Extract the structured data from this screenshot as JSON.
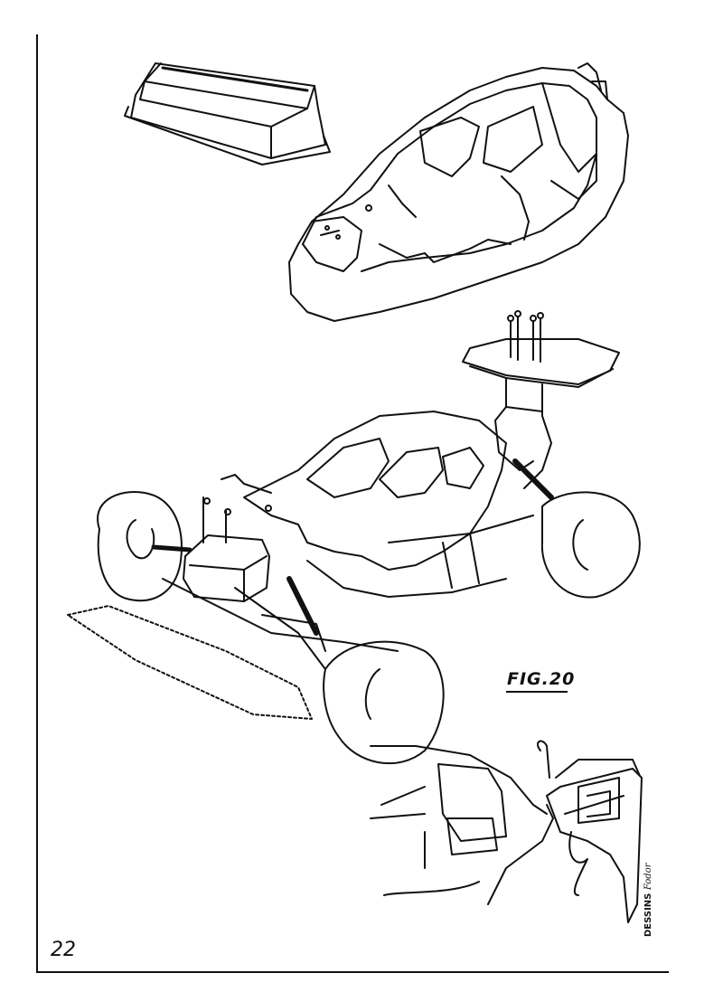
{
  "document": {
    "figure_label": "FIG.20",
    "page_number": "22",
    "signature": {
      "prefix": "DESSINS",
      "author": "Fodor"
    }
  },
  "illustrations": [
    {
      "name": "wing-insert-part"
    },
    {
      "name": "lexan-body-shell"
    },
    {
      "name": "buggy-assembly"
    },
    {
      "name": "detail-wing-mount-view"
    }
  ]
}
